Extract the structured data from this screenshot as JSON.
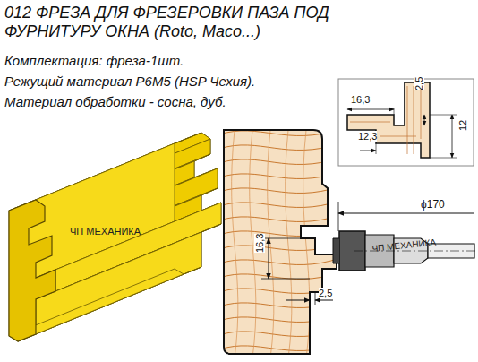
{
  "diagram": {
    "title": "012 ФРЕЗА ДЛЯ ФРЕЗЕРОВКИ ПАЗА ПОД ФУРНИТУРУ ОКНА (Roto, Maco...)",
    "labels": [
      "Комплектация: фреза-1шт.",
      "Режущий материал Р6М5 (HSP Чехия).",
      "Материал обработки - сосна, дуб.",
      "16,3",
      "2,5",
      "12,3",
      "12",
      "ϕ170",
      "16,3",
      "2,5",
      "ЧП МЕХАНИКА",
      "ЧП МЕХАНИКА"
    ]
  }
}
